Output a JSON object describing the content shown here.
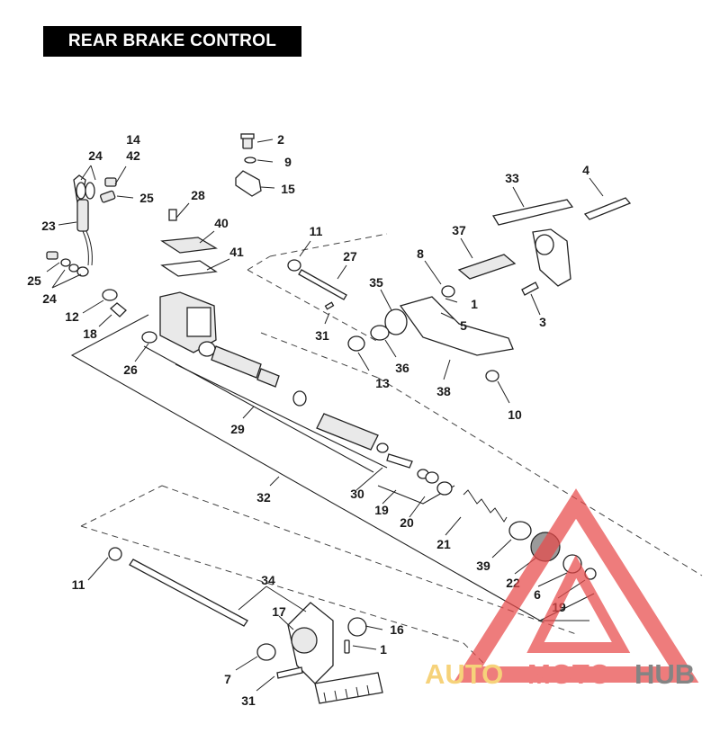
{
  "title": "REAR BRAKE CONTROL",
  "watermark": {
    "auto": "AUTO",
    "moto": "MOTO",
    "hub": "HUB",
    "color_red": "#e84a4a",
    "color_yellow": "#f3c248",
    "color_gray": "#555555"
  },
  "callouts": {
    "c2": "2",
    "c9": "9",
    "c15": "15",
    "c14": "14",
    "c42": "42",
    "c24a": "24",
    "c25a": "25",
    "c23": "23",
    "c25b": "25",
    "c24b": "24",
    "c12": "12",
    "c18": "18",
    "c28": "28",
    "c40": "40",
    "c41": "41",
    "c26": "26",
    "c11a": "11",
    "c27": "27",
    "c31a": "31",
    "c29": "29",
    "c32": "32",
    "c30": "30",
    "c19a": "19",
    "c20": "20",
    "c21": "21",
    "c39": "39",
    "c22": "22",
    "c6": "6",
    "c19b": "19",
    "c33": "33",
    "c4": "4",
    "c37": "37",
    "c8": "8",
    "c35": "35",
    "c1a": "1",
    "c5": "5",
    "c3": "3",
    "c36": "36",
    "c13": "13",
    "c38": "38",
    "c10": "10",
    "c11b": "11",
    "c34": "34",
    "c17": "17",
    "c16": "16",
    "c1b": "1",
    "c7": "7",
    "c31b": "31"
  }
}
